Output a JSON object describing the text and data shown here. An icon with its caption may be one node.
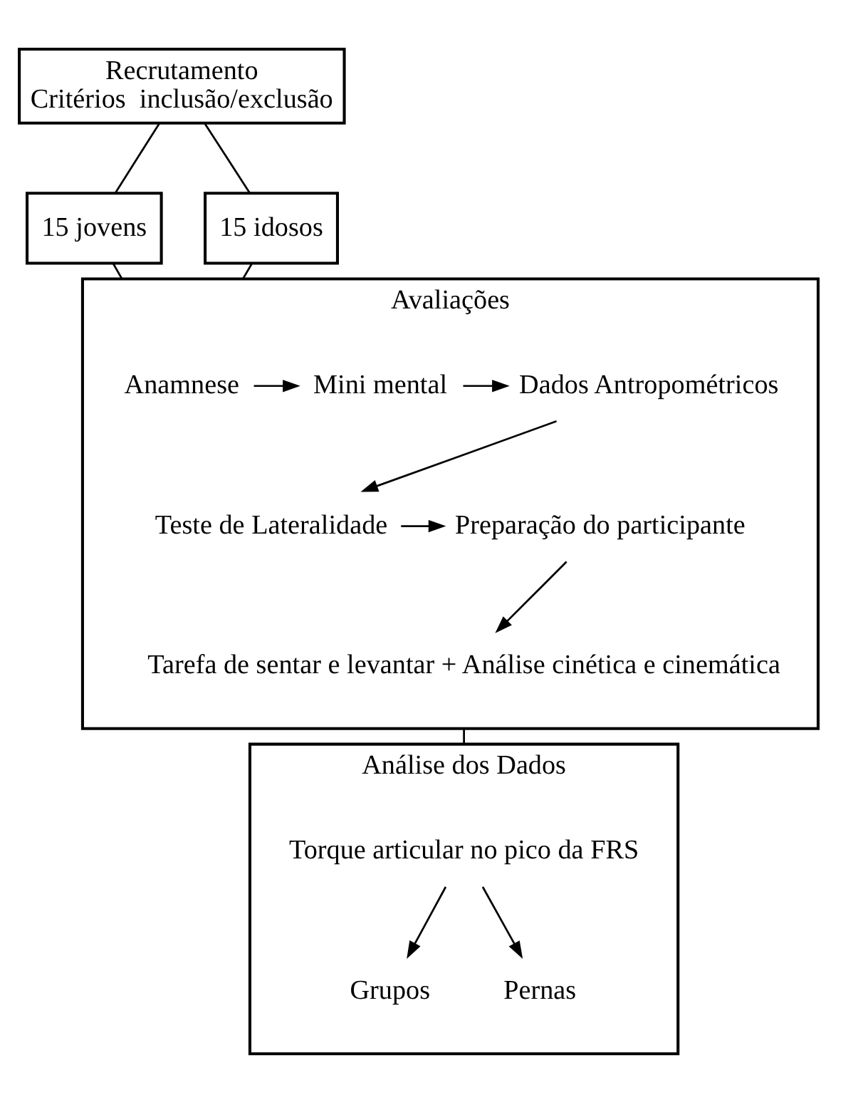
{
  "diagram": {
    "nodes": [
      {
        "text": [
          "Recrutamento",
          "Critérios  inclusão/exclusão"
        ]
      },
      {
        "text": [
          "15 jovens"
        ]
      },
      {
        "text": [
          "15 idosos"
        ]
      },
      {
        "text": [
          "Avaliações"
        ]
      },
      {
        "text": [
          "Anamnese"
        ],
        "in": 3
      },
      {
        "text": [
          "Mini mental"
        ],
        "in": 3
      },
      {
        "text": [
          "Dados Antropométricos"
        ],
        "in": 3
      },
      {
        "text": [
          "Teste de Lateralidade"
        ],
        "in": 3
      },
      {
        "text": [
          "Preparação do participante"
        ],
        "in": 3
      },
      {
        "text": [
          "Tarefa de sentar e levantar + Análise cinética e cinemática"
        ],
        "in": 3
      },
      {
        "text": [
          "Análise dos Dados"
        ]
      },
      {
        "text": [
          "Torque articular no pico da FRS"
        ],
        "in": 10
      },
      {
        "text": [
          "Grupos"
        ],
        "in": 10
      },
      {
        "text": [
          "Pernas"
        ],
        "in": 10
      }
    ],
    "edges": [
      {
        "from": 0,
        "to": 1,
        "arrow": "none"
      },
      {
        "from": 0,
        "to": 2,
        "arrow": "none"
      },
      {
        "from": 1,
        "to": 3,
        "arrow": "none"
      },
      {
        "from": 2,
        "to": 3,
        "arrow": "none"
      },
      {
        "from": 4,
        "to": 5,
        "arrow": "to"
      },
      {
        "from": 5,
        "to": 6,
        "arrow": "to"
      },
      {
        "from": 6,
        "to": 7,
        "arrow": "to"
      },
      {
        "from": 7,
        "to": 8,
        "arrow": "to"
      },
      {
        "from": 8,
        "to": 9,
        "arrow": "to"
      },
      {
        "from": 3,
        "to": 10,
        "arrow": "none"
      },
      {
        "from": 11,
        "to": 12,
        "arrow": "to"
      },
      {
        "from": 11,
        "to": 13,
        "arrow": "to"
      }
    ]
  }
}
